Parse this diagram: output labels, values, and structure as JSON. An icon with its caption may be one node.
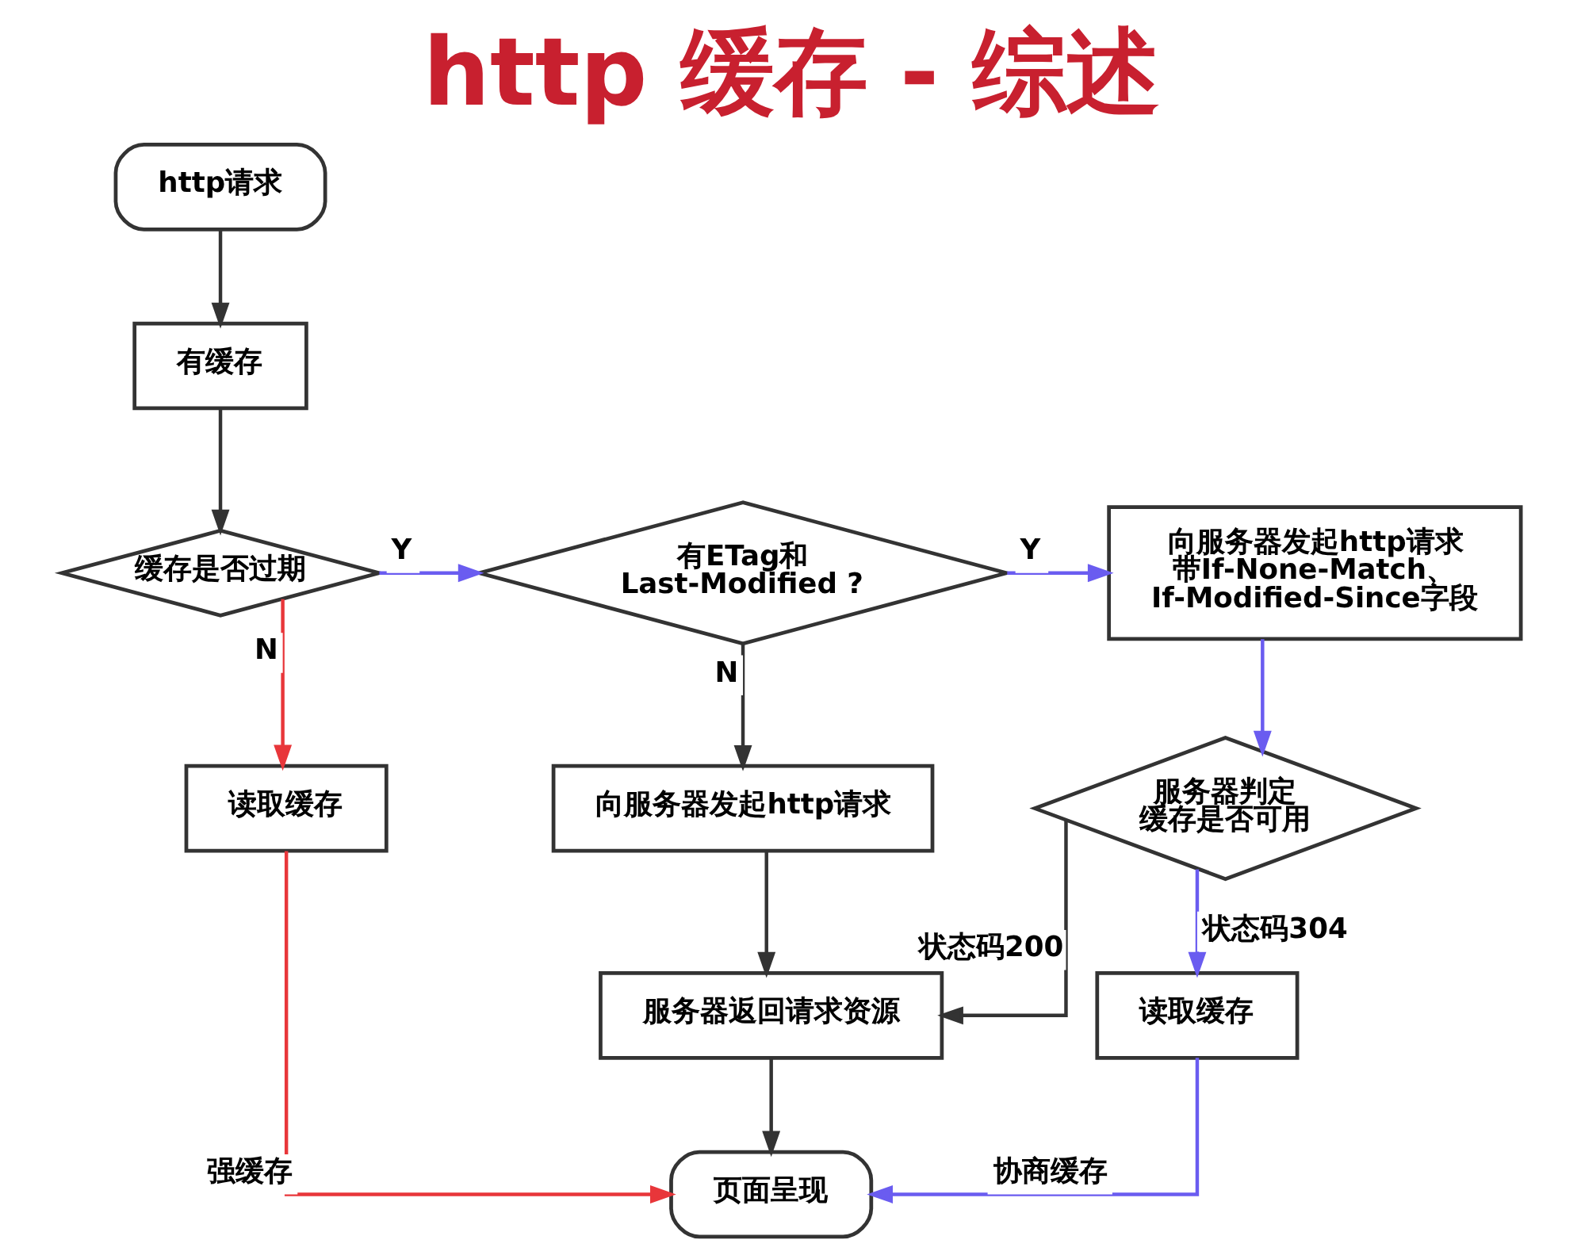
{
  "diagram": {
    "title": "http 缓存 - 综述",
    "nodes": [
      {
        "text": [
          "http请求"
        ]
      },
      {
        "text": [
          "有缓存"
        ]
      },
      {
        "text": [
          "缓存是否过期"
        ]
      },
      {
        "text": [
          "有ETag和Last-Modified ?"
        ]
      },
      {
        "text": [
          "向服务器发起http请求",
          "带If-None-Match、",
          "If-Modified-Since字段"
        ]
      },
      {
        "text": [
          "向服务器发起http请求"
        ]
      },
      {
        "text": [
          "服务器判定",
          "缓存是否可用"
        ]
      },
      {
        "text": [
          "读取缓存"
        ]
      },
      {
        "text": [
          "服务器返回请求资源"
        ]
      },
      {
        "text": [
          "读取缓存"
        ]
      },
      {
        "text": [
          "页面呈现"
        ]
      }
    ],
    "edges": [
      {
        "from": 0,
        "to": 1,
        "arrow": "to"
      },
      {
        "from": 1,
        "to": 2,
        "arrow": "to"
      },
      {
        "from": 2,
        "to": 3,
        "arrow": "to",
        "label": "Y",
        "color": "#6a5cf0"
      },
      {
        "from": 2,
        "to": 7,
        "arrow": "to",
        "label": "N",
        "color": "#e8363a"
      },
      {
        "from": 3,
        "to": 4,
        "arrow": "to",
        "label": "Y",
        "color": "#6a5cf0"
      },
      {
        "from": 3,
        "to": 5,
        "arrow": "to",
        "label": "N"
      },
      {
        "from": 4,
        "to": 6,
        "arrow": "to",
        "color": "#6a5cf0"
      },
      {
        "from": 6,
        "to": 8,
        "arrow": "to",
        "label": "状态码200"
      },
      {
        "from": 6,
        "to": 9,
        "arrow": "to",
        "label": "状态码304",
        "color": "#6a5cf0"
      },
      {
        "from": 5,
        "to": 8,
        "arrow": "to"
      },
      {
        "from": 8,
        "to": 10,
        "arrow": "to"
      },
      {
        "from": 7,
        "to": 10,
        "arrow": "to",
        "label": "强缓存",
        "color": "#e8363a"
      },
      {
        "from": 9,
        "to": 10,
        "arrow": "to",
        "label": "协商缓存",
        "color": "#6a5cf0"
      }
    ]
  }
}
